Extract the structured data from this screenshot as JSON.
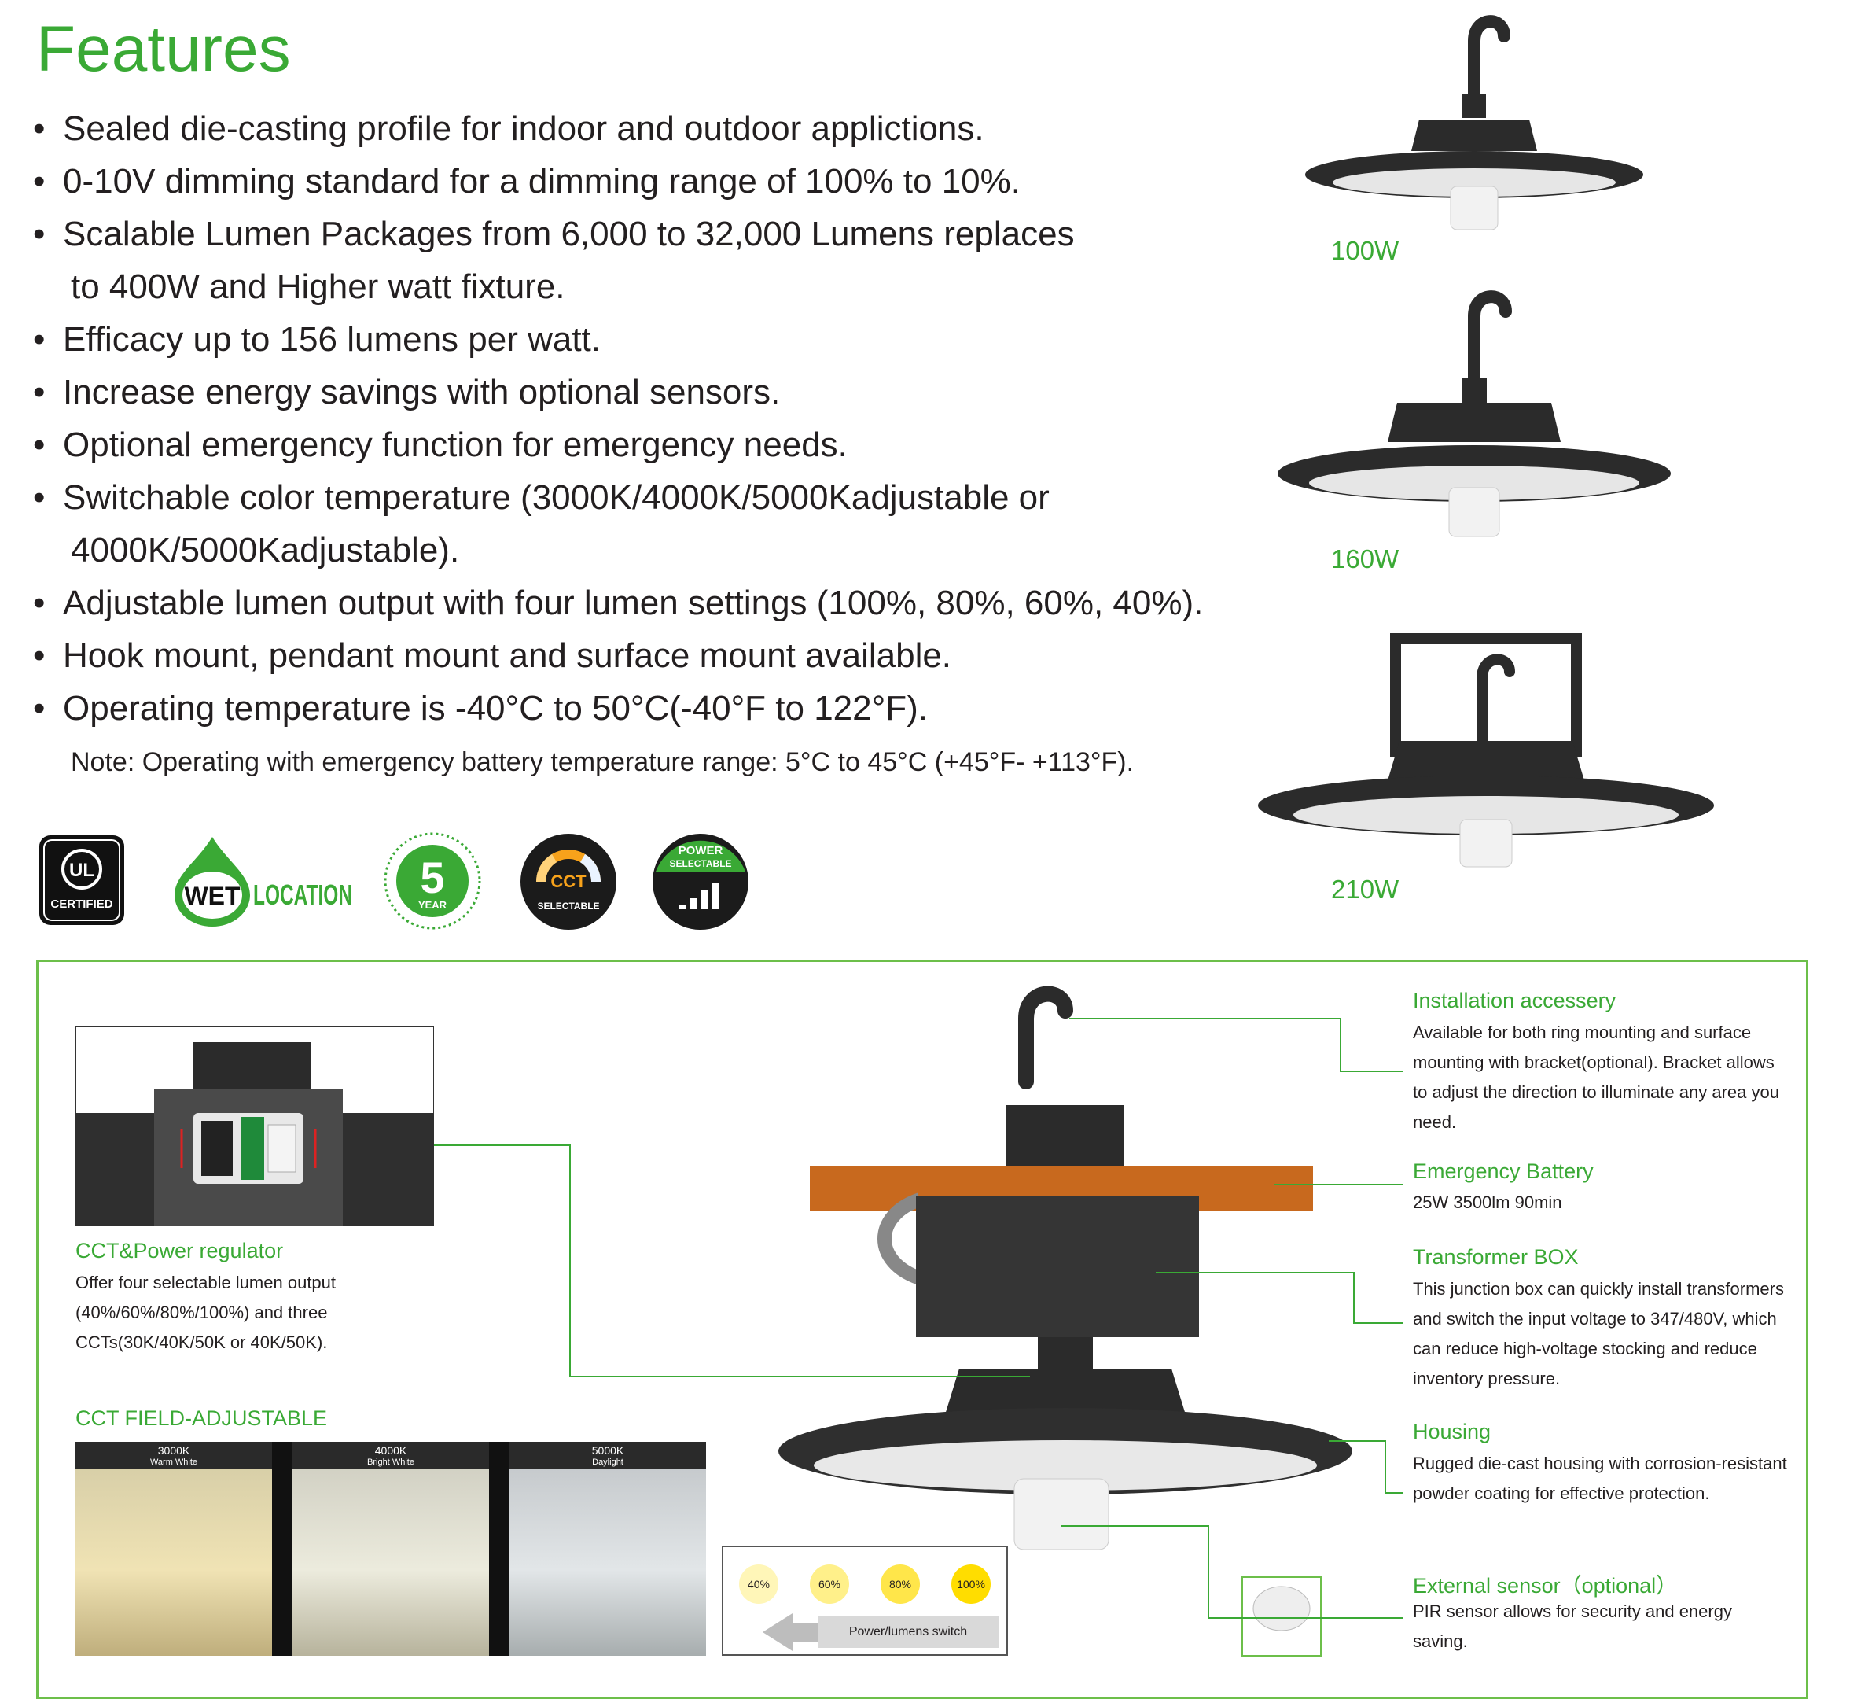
{
  "features": {
    "title": "Features",
    "bullet": "•",
    "items": [
      {
        "text": "Sealed die-casting profile for indoor and outdoor applictions."
      },
      {
        "text": "0-10V dimming standard for a dimming range of 100% to 10%."
      },
      {
        "text": "Scalable Lumen Packages from 6,000 to 32,000 Lumens replaces",
        "cont": "to 400W and Higher watt fixture."
      },
      {
        "text": "Efficacy up to 156 lumens per watt."
      },
      {
        "text": "Increase energy savings with optional sensors."
      },
      {
        "text": "Optional emergency function for emergency needs."
      },
      {
        "text": "Switchable color temperature (3000K/4000K/5000Kadjustable or",
        "cont": "4000K/5000Kadjustable)."
      },
      {
        "text": "Adjustable lumen output with four lumen settings (100%, 80%, 60%, 40%)."
      },
      {
        "text": "Hook mount, pendant mount and surface mount available."
      },
      {
        "text": "Operating temperature is -40°C to 50°C(-40°F to 122°F)."
      }
    ],
    "note": "Note: Operating with emergency battery temperature range: 5°C to 45°C (+45°F- +113°F)."
  },
  "badges": {
    "ul_text": "CERTIFIED",
    "ul_logo": "UL",
    "wet_1": "WET",
    "wet_2": "LOCATION",
    "warranty_num": "5",
    "warranty_unit": "YEAR",
    "cct_text": "CCT",
    "cct_sub": "SELECTABLE",
    "power_1": "POWER",
    "power_2": "SELECTABLE"
  },
  "lamps": {
    "lamp_100": "100W",
    "lamp_160": "160W",
    "lamp_210": "210W"
  },
  "panel": {
    "cct_power": {
      "heading": "CCT&Power regulator",
      "desc": "Offer four selectable lumen output (40%/60%/80%/100%) and three CCTs(30K/40K/50K or 40K/50K)."
    },
    "cct_field": {
      "heading": "CCT FIELD-ADJUSTABLE",
      "photos": [
        {
          "temp": "3000K",
          "name": "Warm White"
        },
        {
          "temp": "4000K",
          "name": "Bright White"
        },
        {
          "temp": "5000K",
          "name": "Daylight"
        }
      ]
    },
    "lumen_switch": {
      "levels": [
        "40%",
        "60%",
        "80%",
        "100%"
      ],
      "label": "Power/lumens switch"
    },
    "installation": {
      "heading": "Installation accessery",
      "desc": "Available for both ring mounting and surface mounting with bracket(optional). Bracket allows to adjust the direction to illuminate any area you need."
    },
    "battery": {
      "heading": "Emergency Battery",
      "desc": "25W 3500lm 90min"
    },
    "transformer": {
      "heading": "Transformer BOX",
      "desc": "This junction box can quickly install transformers and switch the input voltage to 347/480V, which can reduce high-voltage stocking and reduce inventory pressure."
    },
    "housing": {
      "heading": "Housing",
      "desc": "Rugged die-cast housing with corrosion-resistant powder coating for effective protection."
    },
    "sensor": {
      "heading": "External sensor（optional）",
      "desc": "PIR sensor allows for security and energy saving."
    }
  },
  "colors": {
    "accent": "#3aa935",
    "panel_border": "#6cbf4a",
    "text": "#231f20",
    "lamp_body": "#2b2b2b",
    "battery": "#c8691e"
  }
}
